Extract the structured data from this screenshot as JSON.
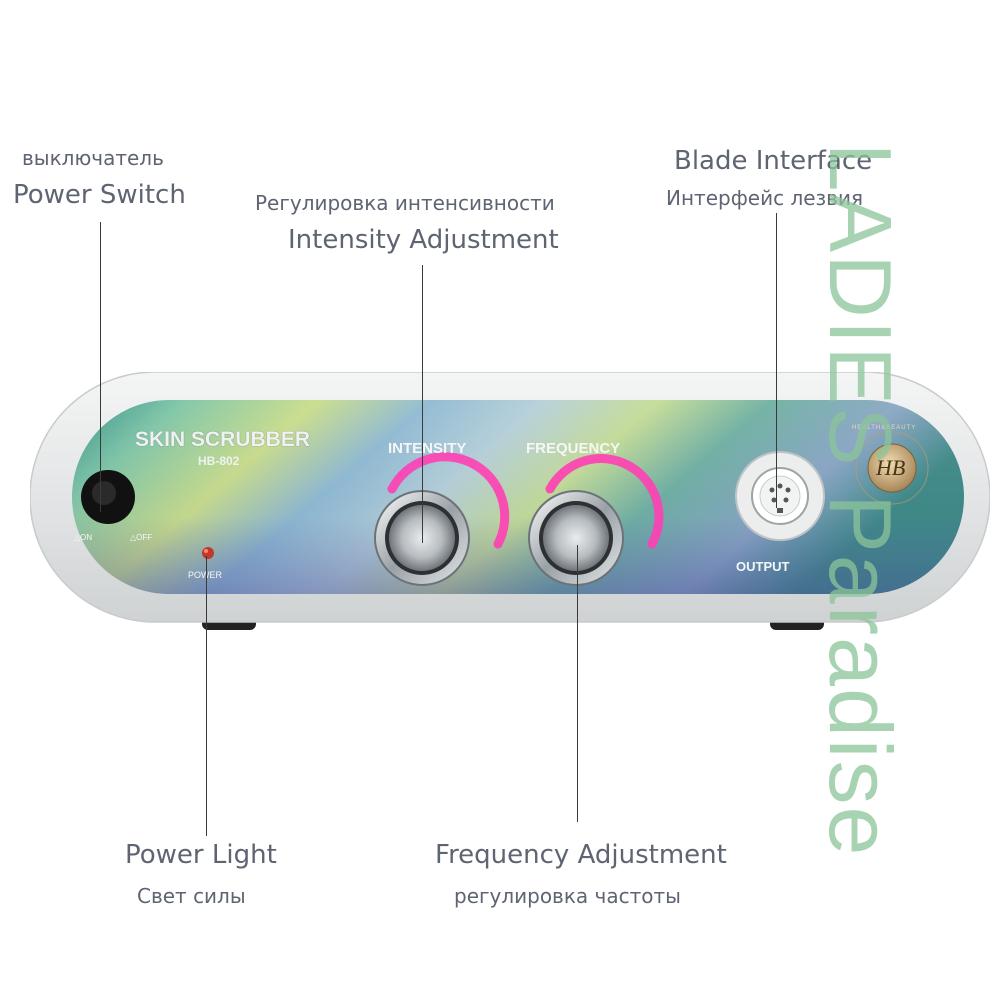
{
  "callouts": {
    "power_switch": {
      "ru": "выключатель",
      "en": "Power Switch"
    },
    "intensity": {
      "ru": "Регулировка интенсивности",
      "en": "Intensity Adjustment"
    },
    "blade": {
      "en": "Blade Interface",
      "ru": "Интерфейс лезвия"
    },
    "power_light": {
      "en": "Power Light",
      "ru": "Свет силы"
    },
    "frequency": {
      "en": "Frequency Adjustment",
      "ru": "регулировка частоты"
    }
  },
  "device": {
    "brand": "SKIN SCRUBBER",
    "model": "HB-802",
    "intensity_label": "INTENSITY",
    "frequency_label": "FREQUENCY",
    "switch_on": "△ON",
    "switch_off": "△OFF",
    "power_label": "POWER",
    "output_label": "OUTPUT",
    "logo_text": "HB",
    "logo_ring": "HEALTH&BEAUTY"
  },
  "watermark": "LADIES Paradise",
  "colors": {
    "label_text": "#5e6472",
    "accent_pink": "#ff3fb4",
    "watermark_green": "#8cc59a",
    "power_led": "#c0392b"
  }
}
